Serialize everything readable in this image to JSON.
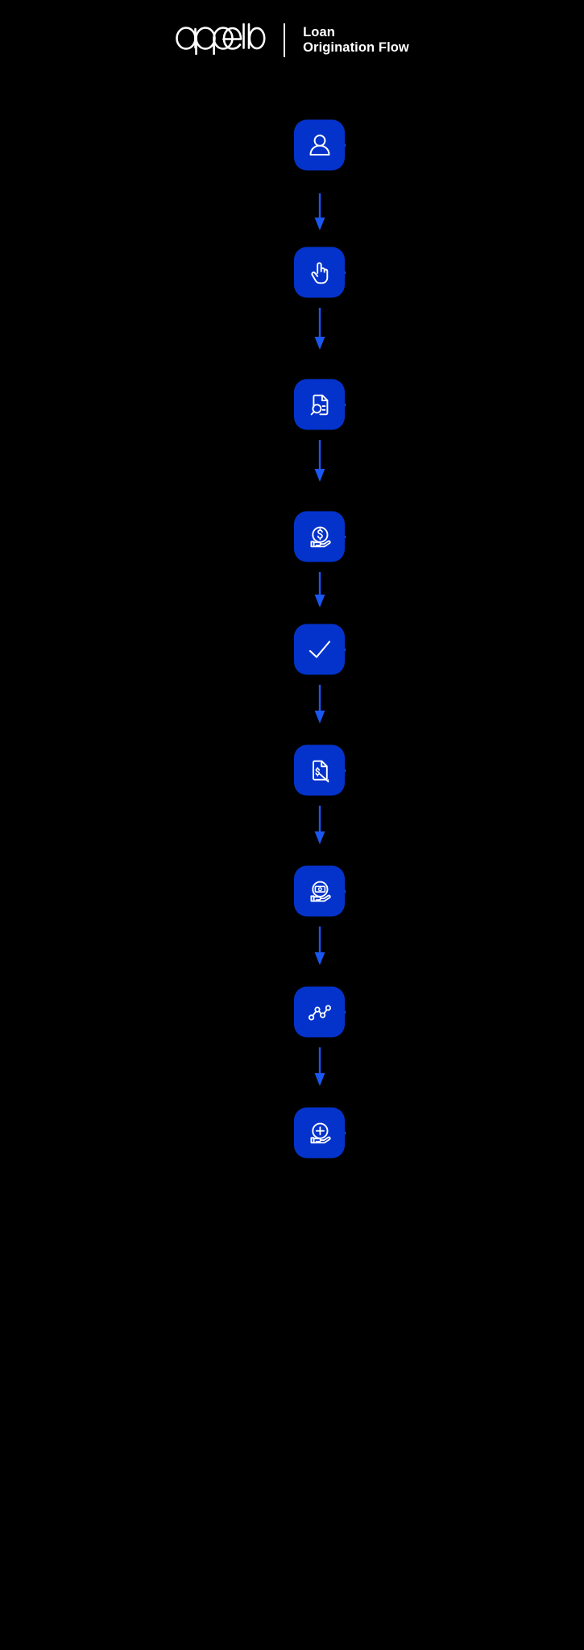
{
  "page": {
    "background_color": "#000000",
    "accent_color": "#0433cc",
    "line_color": "#1a56f0",
    "icon_color": "#ffffff"
  },
  "header": {
    "logo_name": "appello",
    "divider": "|",
    "title": "Loan\nOrigination Flow",
    "title_line_1": "Loan",
    "title_line_2": "Origination Flow"
  },
  "flow": {
    "steps": [
      {
        "index": 1,
        "icon": "user-icon"
      },
      {
        "index": 2,
        "icon": "pointing-hand-icon"
      },
      {
        "index": 3,
        "icon": "document-search-icon"
      },
      {
        "index": 4,
        "icon": "hand-holding-dollar-coin-icon"
      },
      {
        "index": 5,
        "icon": "checkmark-icon"
      },
      {
        "index": 6,
        "icon": "document-dollar-sign-pen-icon"
      },
      {
        "index": 7,
        "icon": "hand-holding-cash-icon"
      },
      {
        "index": 8,
        "icon": "line-chart-icon"
      },
      {
        "index": 9,
        "icon": "hand-holding-plus-icon"
      }
    ],
    "arrow_icon": "arrow-down-icon",
    "connector_icon": "connector-line"
  }
}
